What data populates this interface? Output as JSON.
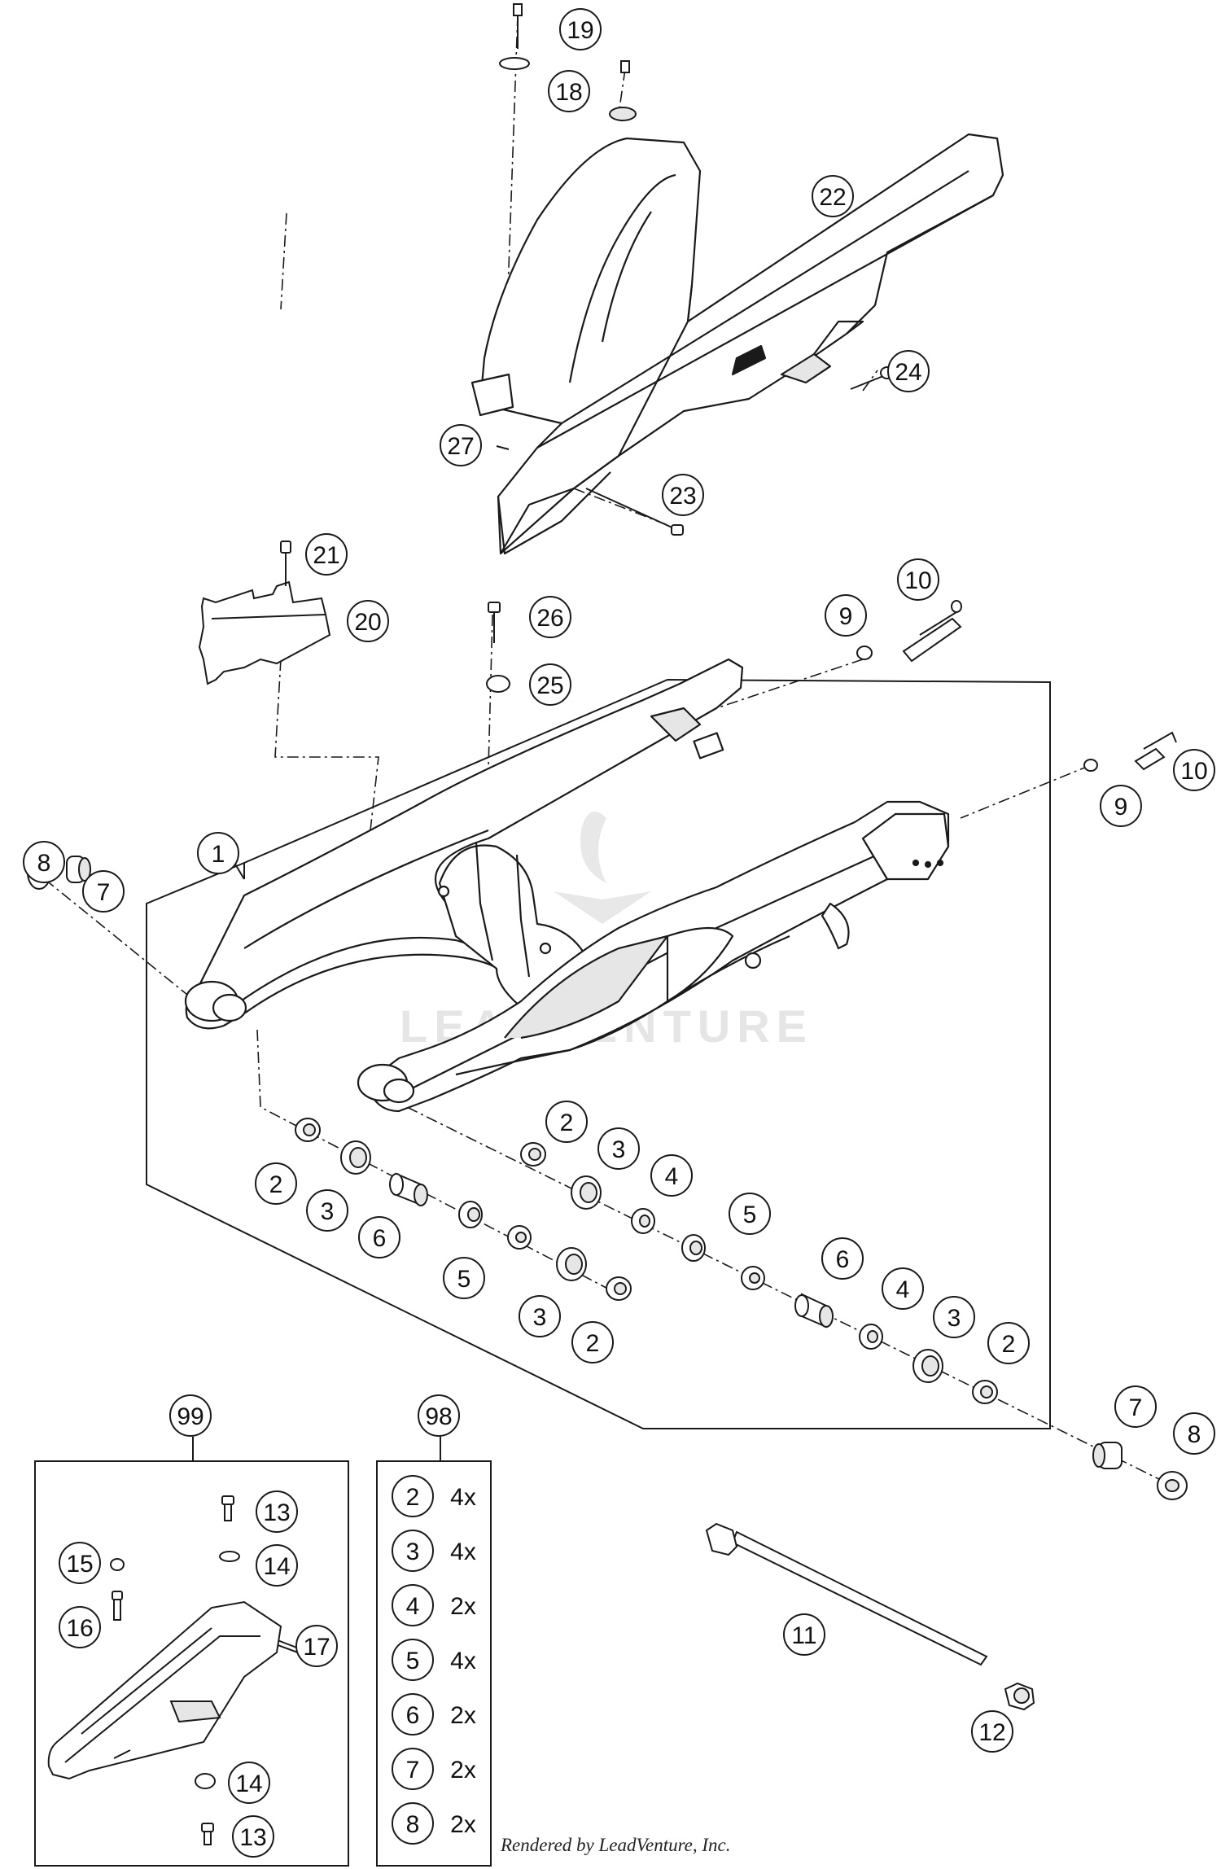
{
  "diagram": {
    "callouts": [
      {
        "id": "c19",
        "label": "19"
      },
      {
        "id": "c18",
        "label": "18"
      },
      {
        "id": "c22",
        "label": "22"
      },
      {
        "id": "c24",
        "label": "24"
      },
      {
        "id": "c27",
        "label": "27"
      },
      {
        "id": "c23",
        "label": "23"
      },
      {
        "id": "c21",
        "label": "21"
      },
      {
        "id": "c20",
        "label": "20"
      },
      {
        "id": "c26",
        "label": "26"
      },
      {
        "id": "c25",
        "label": "25"
      },
      {
        "id": "c9a",
        "label": "9"
      },
      {
        "id": "c10a",
        "label": "10"
      },
      {
        "id": "c10b",
        "label": "10"
      },
      {
        "id": "c9b",
        "label": "9"
      },
      {
        "id": "c1",
        "label": "1"
      },
      {
        "id": "c8a",
        "label": "8"
      },
      {
        "id": "c7a",
        "label": "7"
      },
      {
        "id": "c2a",
        "label": "2"
      },
      {
        "id": "c3a",
        "label": "3"
      },
      {
        "id": "c6a",
        "label": "6"
      },
      {
        "id": "c5a",
        "label": "5"
      },
      {
        "id": "c3b",
        "label": "3"
      },
      {
        "id": "c2b",
        "label": "2"
      },
      {
        "id": "c2c",
        "label": "2"
      },
      {
        "id": "c3c",
        "label": "3"
      },
      {
        "id": "c4a",
        "label": "4"
      },
      {
        "id": "c5b",
        "label": "5"
      },
      {
        "id": "c6b",
        "label": "6"
      },
      {
        "id": "c4b",
        "label": "4"
      },
      {
        "id": "c3d",
        "label": "3"
      },
      {
        "id": "c2d",
        "label": "2"
      },
      {
        "id": "c7b",
        "label": "7"
      },
      {
        "id": "c8b",
        "label": "8"
      },
      {
        "id": "c11",
        "label": "11"
      },
      {
        "id": "c12",
        "label": "12"
      },
      {
        "id": "c99",
        "label": "99"
      },
      {
        "id": "c98",
        "label": "98"
      },
      {
        "id": "c13a",
        "label": "13"
      },
      {
        "id": "c14a",
        "label": "14"
      },
      {
        "id": "c15",
        "label": "15"
      },
      {
        "id": "c16",
        "label": "16"
      },
      {
        "id": "c17",
        "label": "17"
      },
      {
        "id": "c14b",
        "label": "14"
      },
      {
        "id": "c13b",
        "label": "13"
      }
    ],
    "kit_98": [
      {
        "part": "2",
        "qty": "4x"
      },
      {
        "part": "3",
        "qty": "4x"
      },
      {
        "part": "4",
        "qty": "2x"
      },
      {
        "part": "5",
        "qty": "4x"
      },
      {
        "part": "6",
        "qty": "2x"
      },
      {
        "part": "7",
        "qty": "2x"
      },
      {
        "part": "8",
        "qty": "2x"
      }
    ],
    "watermark": "LEADVENTURE",
    "footer": "Rendered by LeadVenture, Inc."
  },
  "colors": {
    "line": "#1a1a1a",
    "fill": "#ffffff",
    "shade": "#e6e6e6",
    "watermark": "#d0d0d0"
  }
}
